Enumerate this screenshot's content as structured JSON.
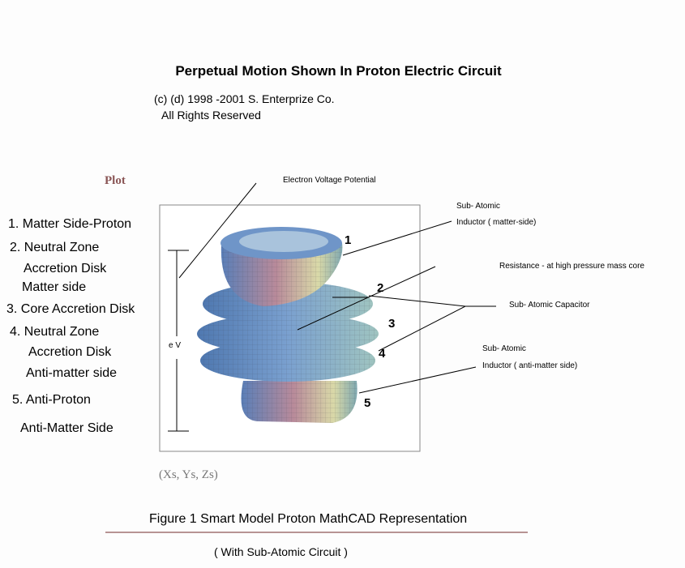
{
  "title": "Perpetual Motion Shown In Proton Electric Circuit",
  "copyright": [
    "(c) (d) 1998 -2001 S. Enterprize Co.",
    "All Rights Reserved"
  ],
  "plot_label": "Plot",
  "legend": [
    "1. Matter Side-Proton",
    "2. Neutral Zone",
    "Accretion Disk",
    "Matter side",
    "3. Core Accretion Disk",
    "4. Neutral Zone",
    "Accretion Disk",
    "Anti-matter side",
    "5. Anti-Proton",
    "Anti-Matter Side"
  ],
  "annotations": {
    "voltage": "Electron Voltage Potential",
    "inductor_matter_1": "Sub- Atomic",
    "inductor_matter_2": "Inductor ( matter-side)",
    "resistance": "Resistance - at high pressure mass core",
    "capacitor": "Sub- Atomic Capacitor",
    "inductor_anti_1": "Sub- Atomic",
    "inductor_anti_2": "Inductor ( anti-matter side)",
    "ev": "e V"
  },
  "numbers": [
    "1",
    "2",
    "3",
    "4",
    "5"
  ],
  "axes_label": "(Xs, Ys, Zs)",
  "caption": "Figure 1 Smart Model Proton MathCAD Representation",
  "subcaption": "( With Sub-Atomic Circuit )"
}
